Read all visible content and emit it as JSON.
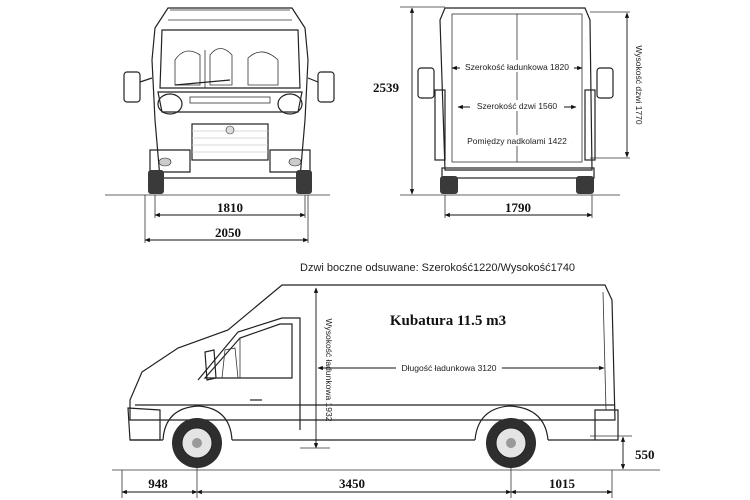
{
  "front_view": {
    "track_width": "1810",
    "overall_width": "2050"
  },
  "rear_view": {
    "height": "2539",
    "track_width": "1790",
    "cargo_width": "Szerokość ładunkowa 1820",
    "door_width": "Szerokość dzwi 1560",
    "wheel_arch_width": "Pomiędzy nadkolami 1422",
    "door_height": "Wysokość dzwi 1770"
  },
  "side_view": {
    "sliding_door_note": "Dzwi boczne odsuwane: Szerokość1220/Wysokość1740",
    "volume": "Kubatura 11.5 m3",
    "cargo_height": "Wysokość ładunkowa 1932",
    "cargo_length": "Długość ładunkowa 3120",
    "floor_height": "550",
    "front_overhang": "948",
    "wheelbase": "3450",
    "rear_overhang": "1015"
  }
}
